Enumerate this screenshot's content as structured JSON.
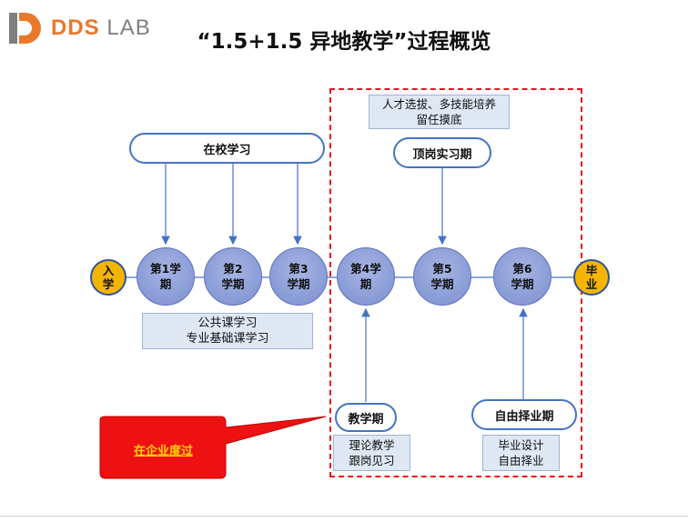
{
  "header": {
    "logo_name": "DDS",
    "logo_lab": "LAB",
    "title": "“1.5+1.5 异地教学”过程概览"
  },
  "colors": {
    "accent_blue": "#4472c4",
    "dash_red": "#e8141e",
    "yellow": "#f4b400",
    "callout_red": "#ee1111",
    "logo_orange": "#e9782b"
  },
  "diagram": {
    "school_label": "在校学习",
    "talent_lines": [
      "人才选拔、多技能培养",
      "留任摸底"
    ],
    "internship_label": "顶岗实习期",
    "enter_lines": [
      "入",
      "学"
    ],
    "graduate_lines": [
      "毕",
      "业"
    ],
    "semesters": [
      {
        "l1": "第1学",
        "l2": "期"
      },
      {
        "l1": "第2",
        "l2": "学期"
      },
      {
        "l1": "第3",
        "l2": "学期"
      },
      {
        "l1": "第4学",
        "l2": "期"
      },
      {
        "l1": "第5",
        "l2": "学期"
      },
      {
        "l1": "第6",
        "l2": "学期"
      }
    ],
    "public_lines": [
      "公共课学习",
      "专业基础课学习"
    ],
    "teaching_label": "教学期",
    "teaching_lines": [
      "理论教学",
      "跟岗见习"
    ],
    "free_label": "自由择业期",
    "free_lines": [
      "毕业设计",
      "自由择业"
    ],
    "callout": "在企业度过"
  }
}
